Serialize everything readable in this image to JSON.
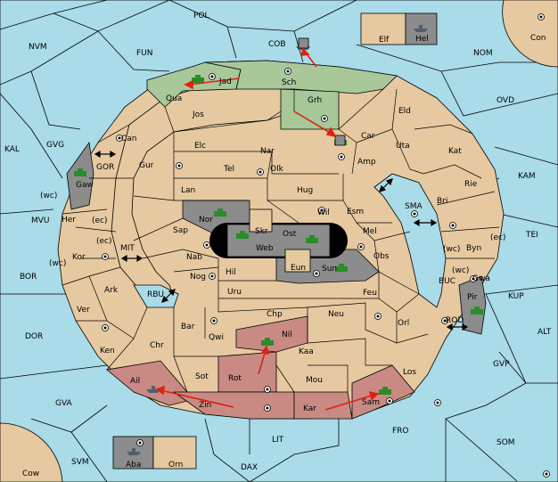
{
  "regions": {
    "sea": [
      "POL",
      "NVM",
      "FUN",
      "COB",
      "NOM",
      "Con",
      "OVD",
      "KAL",
      "GVG",
      "KAM",
      "TEI",
      "MVU",
      "BOR",
      "MIT",
      "RBU",
      "SMA",
      "KUP",
      "ALT",
      "BUC",
      "ROD",
      "GVP",
      "DOR",
      "GVA",
      "FRO",
      "SOM",
      "SVM",
      "LIT",
      "DAX",
      "Cow",
      "GOR"
    ],
    "land": [
      "Elf",
      "Orn",
      "Jad",
      "Sch",
      "Qua",
      "Jos",
      "Can",
      "Elc",
      "Nar",
      "Tel",
      "Olk",
      "Car",
      "Amp",
      "Eld",
      "Uta",
      "Kat",
      "Rie",
      "Bri",
      "Byn",
      "Gwa",
      "Gur",
      "Lan",
      "Hug",
      "Esm",
      "Wil",
      "Mel",
      "Obs",
      "Sap",
      "Nab",
      "Nog",
      "Hil",
      "Uru",
      "Feu",
      "Chp",
      "Neu",
      "Orl",
      "Bar",
      "Qwi",
      "Kaa",
      "Los",
      "Sot",
      "Mou",
      "Ken",
      "Chr",
      "Her",
      "Kor",
      "Ark",
      "Ver",
      "Skr",
      "Ost",
      "Web",
      "Eun"
    ],
    "home_green": [
      "Qua",
      "Grh",
      "Jad",
      "Sch"
    ],
    "home_red": [
      "Ail",
      "Rot",
      "Zin",
      "Kar",
      "Sam",
      "Nil"
    ],
    "gray": [
      "Hel",
      "Aba",
      "Gaw",
      "Pir",
      "Nor",
      "Sun"
    ]
  },
  "coast_labels": [
    "(wc)",
    "(ec)",
    "(ec)",
    "(wc)",
    "(wc)",
    "(ec)",
    "(wc)"
  ],
  "colors": {
    "sea": "#a9dbe8",
    "land": "#e6c9a0",
    "green": "#a8c89a",
    "red": "#c98a84",
    "gray": "#8c8c8c",
    "arrow": "#e02010"
  }
}
